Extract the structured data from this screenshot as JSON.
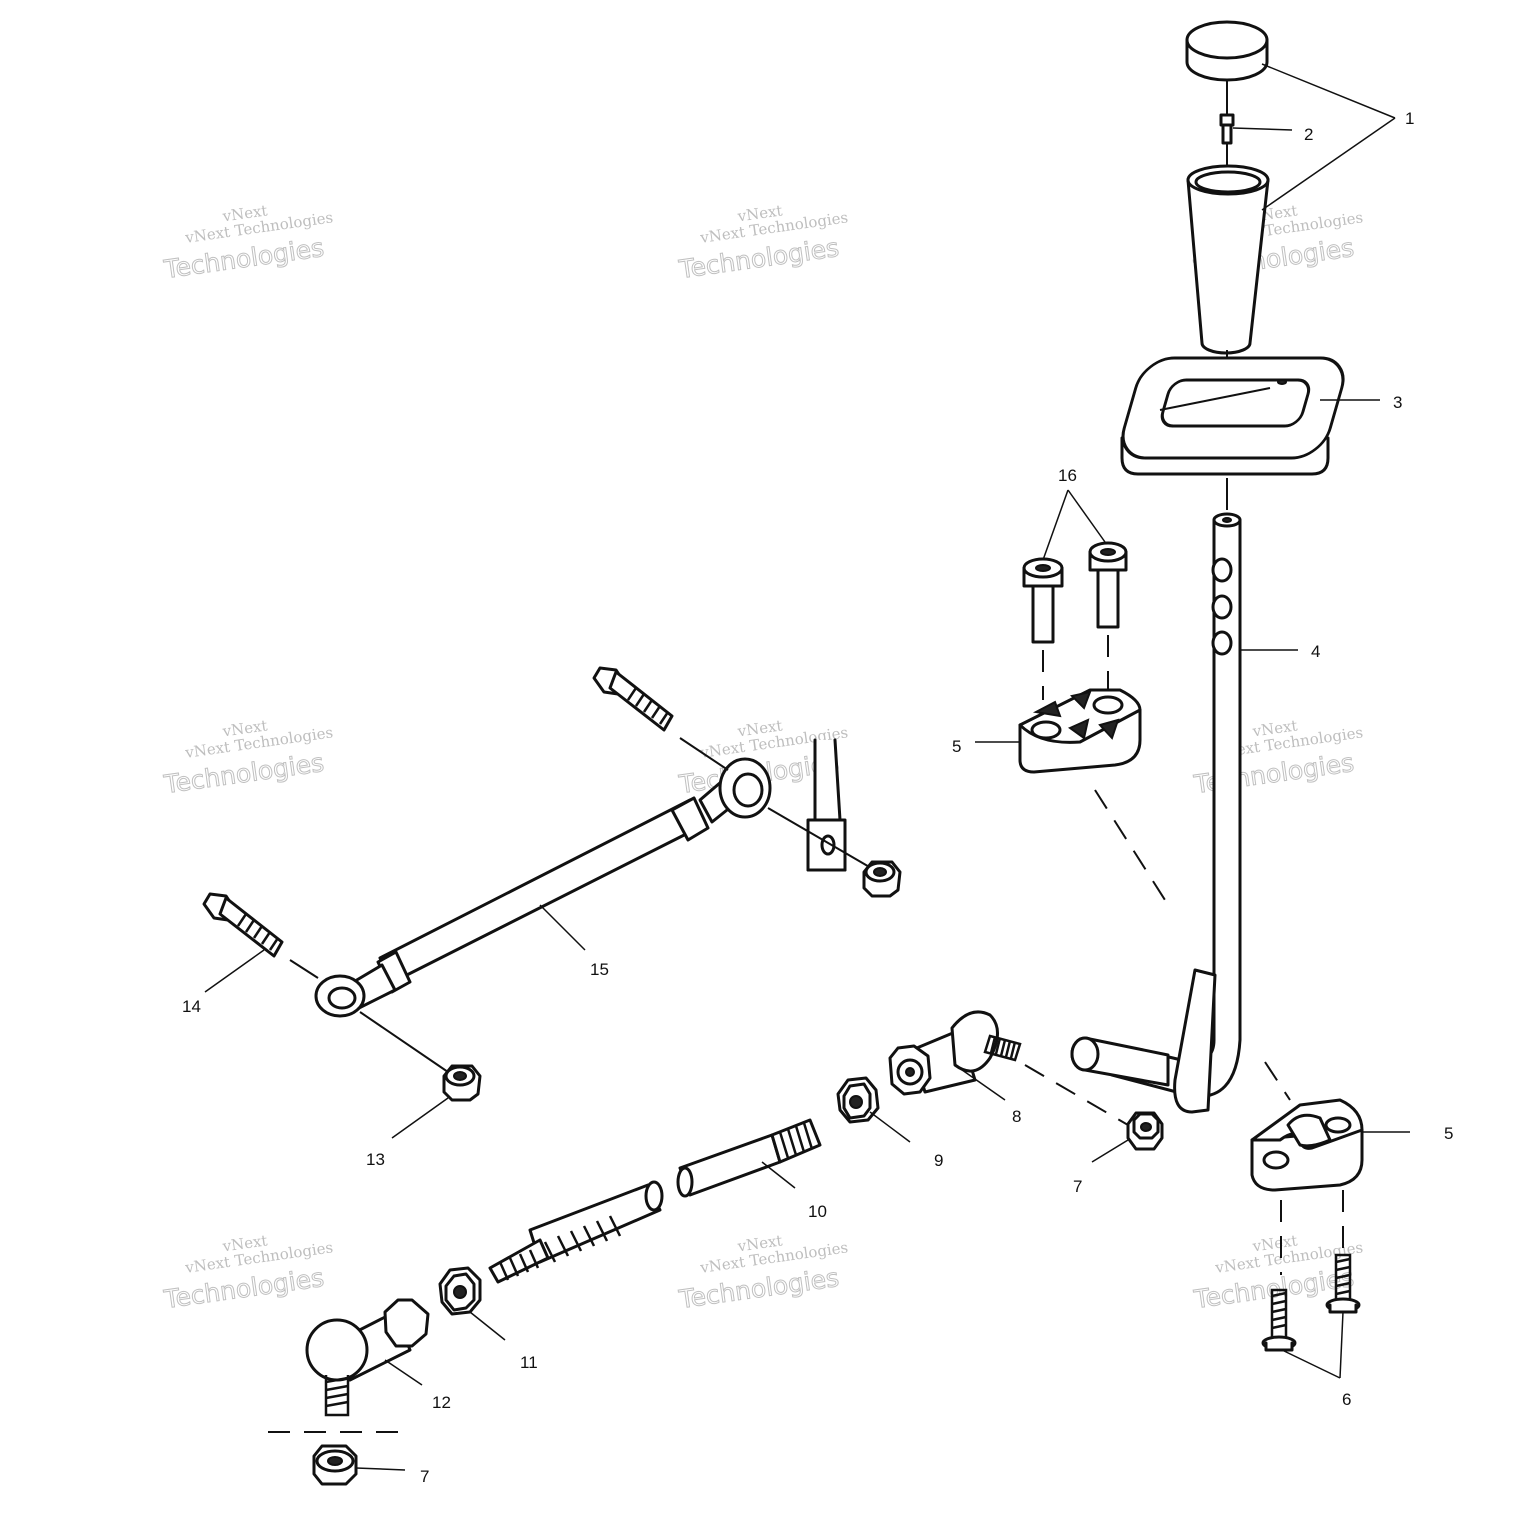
{
  "watermark": {
    "brand": "vNext",
    "line_company": "vNext Technologies",
    "line_tech": "Technologies"
  },
  "callouts": {
    "c1": "1",
    "c2": "2",
    "c3": "3",
    "c4": "4",
    "c5a": "5",
    "c5b": "5",
    "c6": "6",
    "c7a": "7",
    "c7b": "7",
    "c8": "8",
    "c9": "9",
    "c10": "10",
    "c11": "11",
    "c12": "12",
    "c13": "13",
    "c14": "14",
    "c15": "15",
    "c16": "16"
  }
}
